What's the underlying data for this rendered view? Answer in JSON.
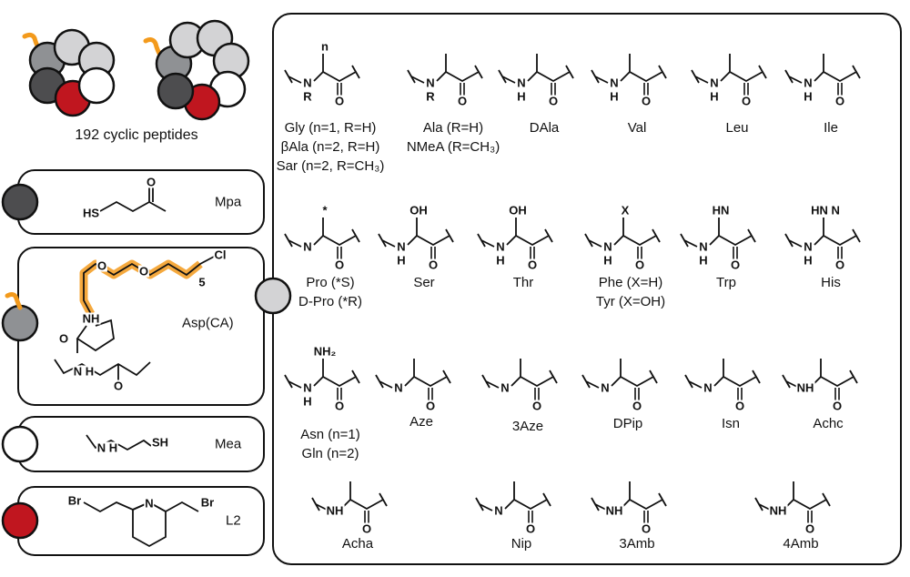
{
  "title": "192 cyclic peptides",
  "colors": {
    "red": "#c0161f",
    "dark": "#4d4d4f",
    "mid": "#8f9194",
    "light": "#d3d3d5",
    "white": "#ffffff",
    "orange": "#f39a1c"
  },
  "building_blocks": [
    {
      "name": "Mpa",
      "color": "dark",
      "atoms": [
        "HS",
        "O"
      ]
    },
    {
      "name": "Asp(CA)",
      "color": "mid",
      "atoms": [
        "O",
        "O",
        "Cl",
        "5",
        "NH",
        "O",
        "N H",
        "O"
      ]
    },
    {
      "name": "Mea",
      "color": "white",
      "atoms": [
        "N H",
        "SH"
      ]
    },
    {
      "name": "L2",
      "color": "red",
      "atoms": [
        "Br",
        "N",
        "Br"
      ]
    }
  ],
  "residues": [
    {
      "lines": [
        "Gly (n=1, R=H)",
        "βAla (n=2, R=H)",
        "Sar (n=2, R=CH₃)"
      ],
      "atoms": {
        "n": "N",
        "h": "R",
        "o": "O",
        "s": "n"
      }
    },
    {
      "lines": [
        "Ala (R=H)",
        "NMeA (R=CH₃)"
      ],
      "atoms": {
        "n": "N",
        "h": "R",
        "o": "O"
      }
    },
    {
      "lines": [
        "DAla"
      ],
      "atoms": {
        "n": "N",
        "h": "H",
        "o": "O"
      }
    },
    {
      "lines": [
        "Val"
      ],
      "atoms": {
        "n": "N",
        "h": "H",
        "o": "O"
      }
    },
    {
      "lines": [
        "Leu"
      ],
      "atoms": {
        "n": "N",
        "h": "H",
        "o": "O"
      }
    },
    {
      "lines": [
        "Ile"
      ],
      "atoms": {
        "n": "N",
        "h": "H",
        "o": "O"
      }
    },
    {
      "lines": [
        "Pro (*S)",
        "D-Pro (*R)"
      ],
      "atoms": {
        "n": "N",
        "o": "O",
        "s": "*"
      }
    },
    {
      "lines": [
        "Ser"
      ],
      "atoms": {
        "n": "N",
        "h": "H",
        "o": "O",
        "s": "OH"
      }
    },
    {
      "lines": [
        "Thr"
      ],
      "atoms": {
        "n": "N",
        "h": "H",
        "o": "O",
        "s": "OH"
      }
    },
    {
      "lines": [
        "Phe (X=H)",
        "Tyr (X=OH)"
      ],
      "atoms": {
        "n": "N",
        "h": "H",
        "o": "O",
        "s": "X"
      }
    },
    {
      "lines": [
        "Trp"
      ],
      "atoms": {
        "n": "N",
        "h": "H",
        "o": "O",
        "s": "HN"
      }
    },
    {
      "lines": [
        "His"
      ],
      "atoms": {
        "n": "N",
        "h": "H",
        "o": "O",
        "s": "HN  N"
      }
    },
    {
      "lines": [
        "Asn (n=1)",
        "Gln (n=2)"
      ],
      "atoms": {
        "n": "N",
        "h": "H",
        "o": "O",
        "s": "NH₂"
      }
    },
    {
      "lines": [
        "Aze"
      ],
      "atoms": {
        "n": "N",
        "o": "O"
      }
    },
    {
      "lines": [
        "3Aze"
      ],
      "atoms": {
        "n": "N",
        "o": "O"
      }
    },
    {
      "lines": [
        "DPip"
      ],
      "atoms": {
        "n": "N",
        "o": "O"
      }
    },
    {
      "lines": [
        "Isn"
      ],
      "atoms": {
        "n": "N",
        "o": "O"
      }
    },
    {
      "lines": [
        "Achc"
      ],
      "atoms": {
        "n": "NH",
        "o": "O"
      }
    },
    {
      "lines": [
        "Acha"
      ],
      "atoms": {
        "n": "NH",
        "o": "O"
      }
    },
    {
      "lines": [
        "Nip"
      ],
      "atoms": {
        "n": "N",
        "o": "O"
      }
    },
    {
      "lines": [
        "3Amb"
      ],
      "atoms": {
        "n": "NH",
        "o": "O"
      }
    },
    {
      "lines": [
        "4Amb"
      ],
      "atoms": {
        "n": "NH",
        "o": "O"
      }
    }
  ]
}
